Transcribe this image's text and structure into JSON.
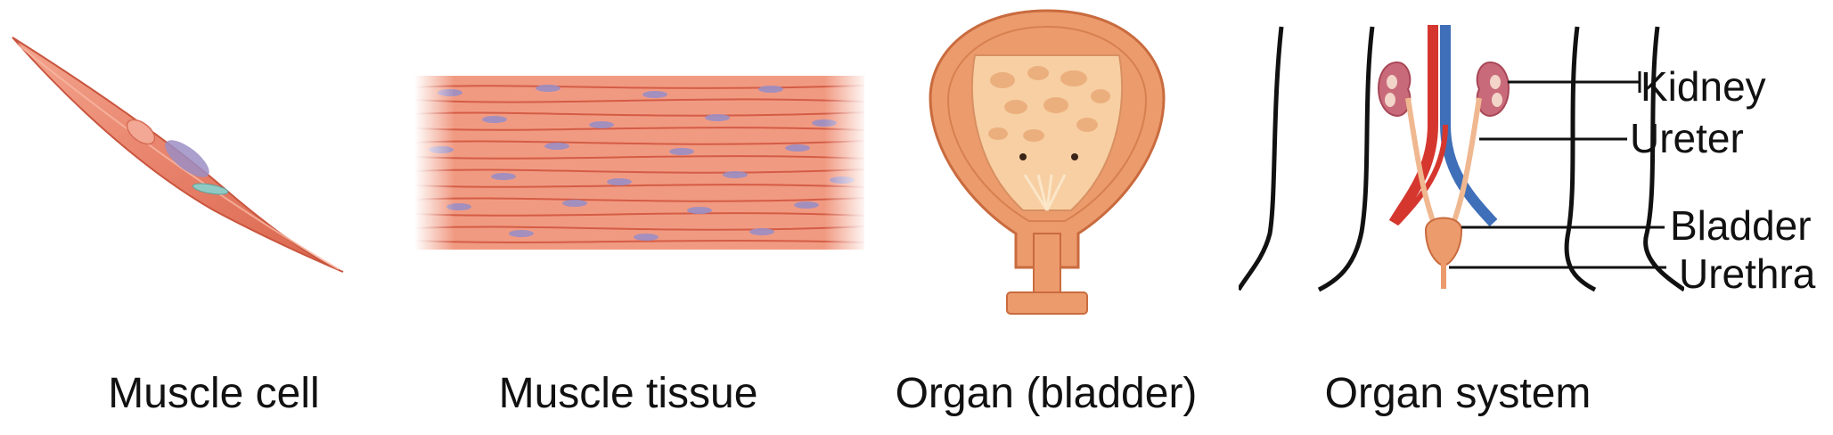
{
  "captions": {
    "muscle_cell": "Muscle cell",
    "muscle_tissue": "Muscle tissue",
    "organ": "Organ (bladder)",
    "organ_system": "Organ system"
  },
  "organ_system_labels": {
    "kidney": "Kidney",
    "ureter": "Ureter",
    "bladder": "Bladder",
    "urethra": "Urethra"
  },
  "colors": {
    "muscle_fill": "#e8826b",
    "muscle_dark": "#c9553e",
    "nucleus": "#9b8ec4",
    "tissue_bg": "#f19a82",
    "bladder_outer": "#ec9b6d",
    "bladder_inner": "#f7cfa3",
    "vein": "#3f6fb8",
    "artery": "#d5372f",
    "kidney": "#c96a7a",
    "outline": "#111111"
  }
}
